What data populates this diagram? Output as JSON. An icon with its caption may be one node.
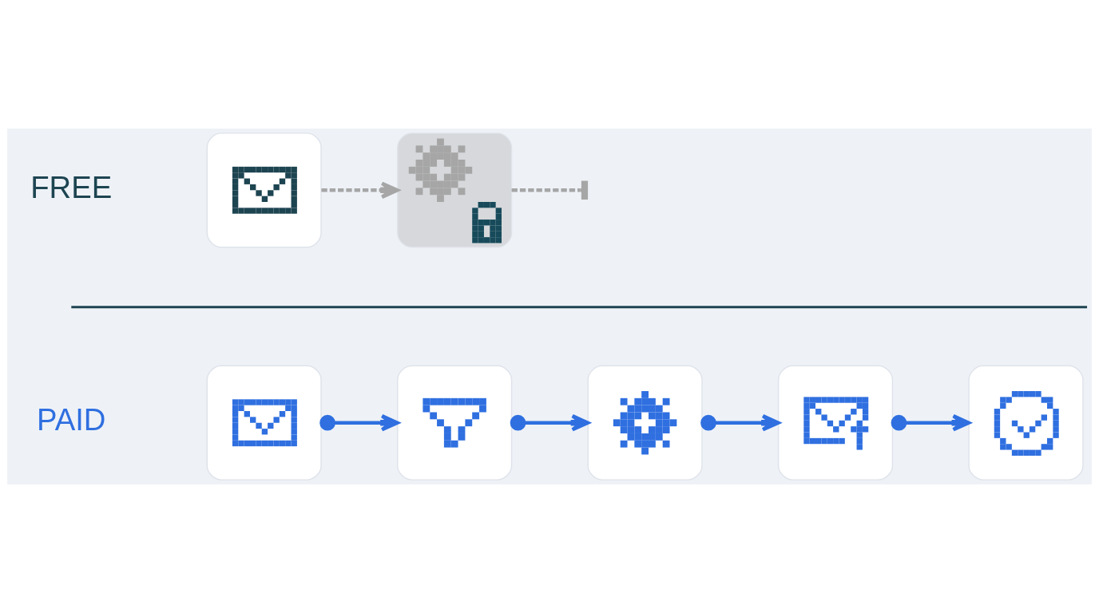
{
  "diagram": {
    "nodes": [
      {
        "text": [],
        "shape": "picture"
      },
      {
        "text": [],
        "shape": "picture"
      },
      {
        "text": [],
        "shape": "picture"
      },
      {
        "text": [],
        "shape": "picture"
      },
      {
        "text": [],
        "shape": "picture"
      },
      {
        "text": [],
        "shape": "picture"
      },
      {
        "text": [],
        "shape": "picture"
      }
    ],
    "edges": [
      {
        "from": 0,
        "to": 1,
        "arrow": "to",
        "style": "dashed",
        "color": "#a6a6a6"
      },
      {
        "from": 1,
        "to": null,
        "arrow": "other",
        "style": "dashed",
        "color": "#a6a6a6"
      },
      {
        "from": 2,
        "to": 3,
        "arrow": "to"
      },
      {
        "from": 3,
        "to": 4,
        "arrow": "to"
      },
      {
        "from": 4,
        "to": 5,
        "arrow": "to"
      },
      {
        "from": 5,
        "to": 6,
        "arrow": "to"
      }
    ],
    "labels": [
      "FREE",
      "PAID"
    ]
  }
}
